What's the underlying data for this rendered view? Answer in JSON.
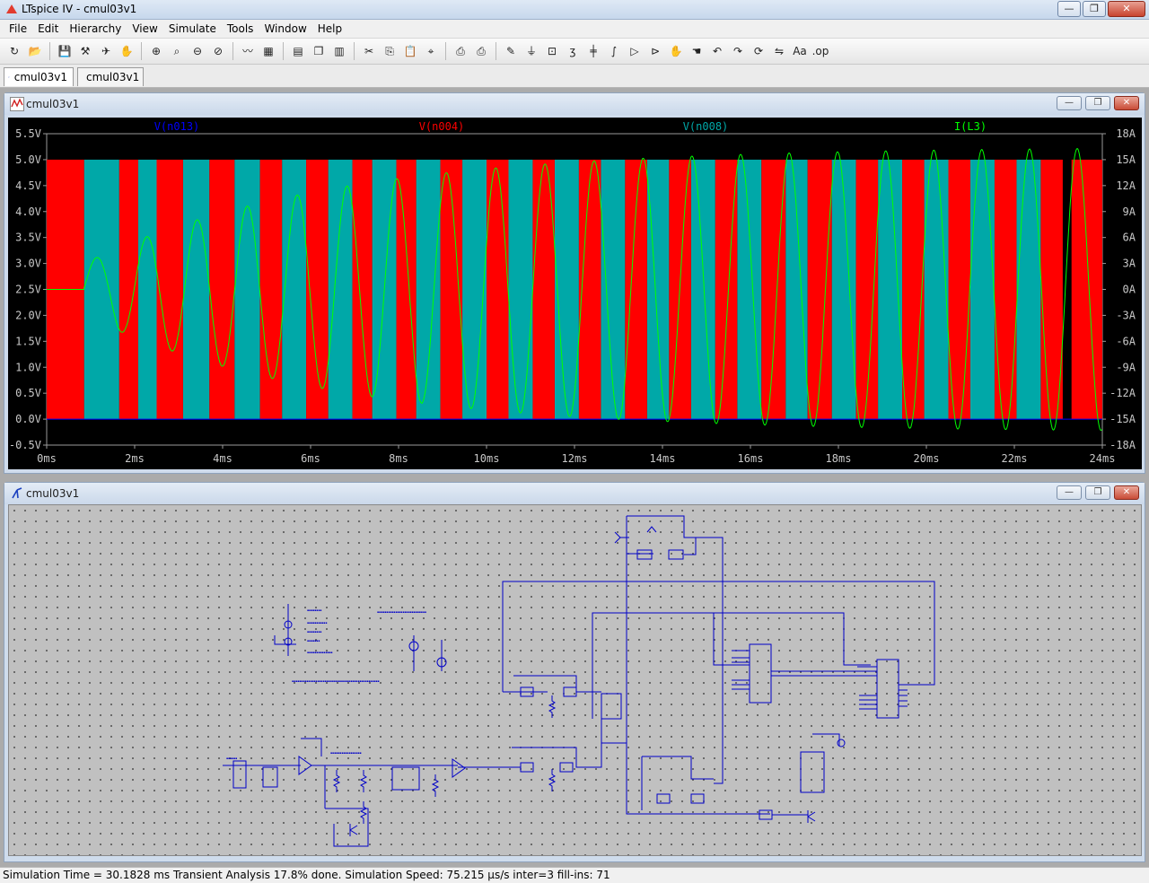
{
  "window": {
    "title": "LTspice IV - cmul03v1",
    "min_label": "—",
    "max_label": "❐",
    "close_label": "✕"
  },
  "menu": [
    "File",
    "Edit",
    "Hierarchy",
    "View",
    "Simulate",
    "Tools",
    "Window",
    "Help"
  ],
  "toolbar_icons": [
    "open-icon",
    "folder-icon",
    "save-icon",
    "hammer-icon",
    "run-icon",
    "hand-icon",
    "zoom-in-icon",
    "zoom-fit-icon",
    "zoom-out-icon",
    "zoom-cancel-icon",
    "waveform-icon",
    "grid-icon",
    "tile-h-icon",
    "cascade-icon",
    "tile-v-icon",
    "cut-icon",
    "copy-icon",
    "paste-icon",
    "find-icon",
    "print-setup-icon",
    "print-icon",
    "wire-icon",
    "ground-icon",
    "label-icon",
    "resistor-icon",
    "capacitor-icon",
    "inductor-icon",
    "diode-icon",
    "component-icon",
    "move-icon",
    "drag-icon",
    "undo-icon",
    "redo-icon",
    "rotate-icon",
    "mirror-icon",
    "text-icon",
    "spice-directive-icon"
  ],
  "tabs": [
    {
      "label": "cmul03v1",
      "icon": "schematic-icon"
    },
    {
      "label": "cmul03v1",
      "icon": "waveform-icon"
    }
  ],
  "plot_window": {
    "title": "cmul03v1"
  },
  "schematic_window": {
    "title": "cmul03v1"
  },
  "colors": {
    "n013": "#0000ff",
    "n004": "#ff0000",
    "n008": "#00a8a8",
    "L3": "#00ff00"
  },
  "chart_data": {
    "type": "line",
    "traces": [
      {
        "name": "V(n013)",
        "color": "#0000ff"
      },
      {
        "name": "V(n004)",
        "color": "#ff0000"
      },
      {
        "name": "V(n008)",
        "color": "#00a8a8"
      },
      {
        "name": "I(L3)",
        "color": "#00ff00"
      }
    ],
    "x_axis": {
      "range": [
        0,
        24
      ],
      "ticks": [
        "0ms",
        "2ms",
        "4ms",
        "6ms",
        "8ms",
        "10ms",
        "12ms",
        "14ms",
        "16ms",
        "18ms",
        "20ms",
        "22ms",
        "24ms"
      ]
    },
    "y_left": {
      "range": [
        -0.5,
        5.5
      ],
      "ticks": [
        "5.5V",
        "5.0V",
        "4.5V",
        "4.0V",
        "3.5V",
        "3.0V",
        "2.5V",
        "2.0V",
        "1.5V",
        "1.0V",
        "0.5V",
        "0.0V",
        "-0.5V"
      ]
    },
    "y_right": {
      "range": [
        -18,
        18
      ],
      "ticks": [
        "18A",
        "15A",
        "12A",
        "9A",
        "6A",
        "3A",
        "0A",
        "-3A",
        "-6A",
        "-9A",
        "-12A",
        "-15A",
        "-18A"
      ]
    },
    "square_waves": {
      "high": 5.0,
      "low": 0.0,
      "red_intervals": [
        [
          0,
          0.85
        ],
        [
          1.65,
          2.08
        ],
        [
          2.5,
          3.1
        ],
        [
          3.7,
          4.27
        ],
        [
          4.85,
          5.35
        ],
        [
          5.9,
          6.4
        ],
        [
          6.95,
          7.4
        ],
        [
          7.95,
          8.4
        ],
        [
          8.95,
          9.45
        ],
        [
          10.0,
          10.5
        ],
        [
          11.05,
          11.55
        ],
        [
          12.1,
          12.6
        ],
        [
          13.15,
          13.65
        ],
        [
          14.15,
          14.65
        ],
        [
          15.2,
          15.7
        ],
        [
          16.25,
          16.8
        ],
        [
          17.3,
          17.85
        ],
        [
          18.4,
          18.9
        ],
        [
          19.45,
          19.95
        ],
        [
          20.5,
          21.0
        ],
        [
          21.55,
          22.05
        ],
        [
          22.6,
          23.1
        ],
        [
          23.3,
          24.0
        ]
      ],
      "cyan_intervals": [
        [
          0.85,
          1.65
        ],
        [
          2.08,
          2.5
        ],
        [
          3.1,
          3.7
        ],
        [
          4.27,
          4.85
        ],
        [
          5.35,
          5.9
        ],
        [
          6.4,
          6.95
        ],
        [
          7.4,
          7.95
        ],
        [
          8.4,
          8.95
        ],
        [
          9.45,
          10.0
        ],
        [
          10.5,
          11.05
        ],
        [
          11.55,
          12.1
        ],
        [
          12.6,
          13.15
        ],
        [
          13.65,
          14.15
        ],
        [
          14.65,
          15.2
        ],
        [
          15.7,
          16.25
        ],
        [
          16.8,
          17.3
        ],
        [
          17.85,
          18.4
        ],
        [
          18.9,
          19.45
        ],
        [
          19.95,
          20.5
        ],
        [
          21.0,
          21.55
        ],
        [
          22.05,
          22.6
        ]
      ]
    },
    "current_wave": {
      "start_ms": 0.85,
      "offset_A": 0.0,
      "period_ms_start": 1.15,
      "period_ms_end": 1.08,
      "amp_A_start": 3.0,
      "amp_A_final": 16.5,
      "growth_tau_ms": 5.5
    }
  },
  "status": "Simulation Time = 30.1828 ms  Transient Analysis 17.8% done. Simulation Speed: 75.215 µs/s inter=3 fill-ins: 71"
}
